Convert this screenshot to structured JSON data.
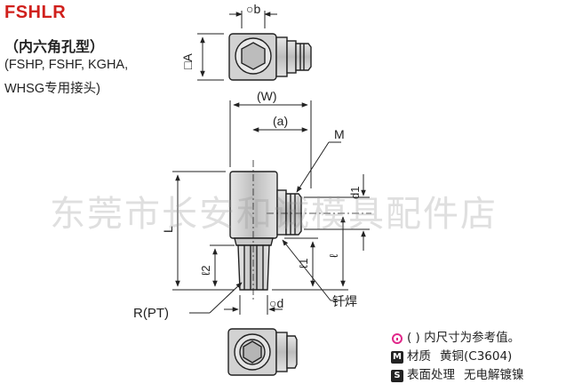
{
  "header": {
    "title": "FSHLR",
    "subtitle": "（内六角孔型）",
    "compat_line1": "(FSHP, FSHF, KGHA,",
    "compat_line2": "WHSG专用接头)"
  },
  "watermark": "东莞市长安和诚模具配件店",
  "dimensions": {
    "b": "○b",
    "A": "□A",
    "W": "(W)",
    "a": "(a)",
    "M": "M",
    "d1": "d1",
    "L": "L",
    "l1": "ℓ1",
    "l2": "ℓ2",
    "l": "ℓ",
    "R": "R(PT)",
    "d": "○d",
    "weld": "钎焊"
  },
  "notes": {
    "inner_dim": "( ) 内尺寸为参考值。",
    "material_label": "材质",
    "material_value": "黄铜(C3604)",
    "surface_label": "表面处理",
    "surface_value": "无电解镀镍",
    "material_icon": "M",
    "surface_icon": "S"
  },
  "colors": {
    "title": "#d0201c",
    "part_fill": "#cfcfcf",
    "tip_icon": "#e0288a"
  }
}
